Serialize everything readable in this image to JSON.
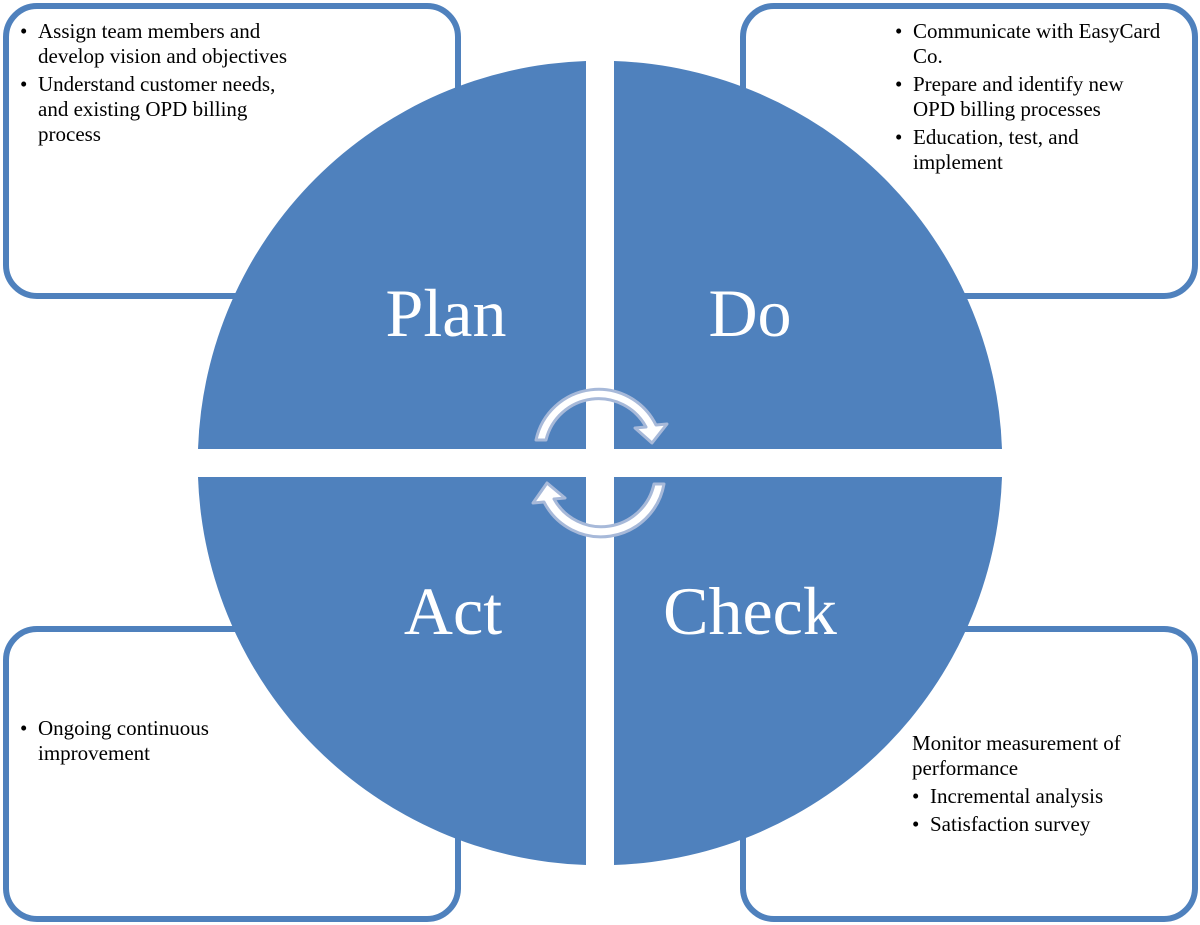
{
  "colors": {
    "quadrant_fill": "#4f81bd",
    "box_border": "#4f81bd",
    "arrow_fill": "#ffffff",
    "arrow_stroke": "#a7b9d9"
  },
  "diagram": {
    "quadrants": {
      "plan": "Plan",
      "do": "Do",
      "check": "Check",
      "act": "Act"
    },
    "boxes": {
      "plan": {
        "items": [
          "Assign team members and develop vision and objectives",
          "Understand customer needs, and existing OPD billing process"
        ]
      },
      "do": {
        "items": [
          "Communicate with EasyCard Co.",
          "Prepare and identify new OPD billing processes",
          "Education, test, and implement"
        ]
      },
      "act": {
        "items": [
          "Ongoing continuous improvement"
        ]
      },
      "check": {
        "intro": "Monitor measurement of performance",
        "items": [
          "Incremental analysis",
          "Satisfaction survey"
        ]
      }
    },
    "arrows": [
      "clockwise-arrow-top",
      "clockwise-arrow-bottom"
    ]
  }
}
